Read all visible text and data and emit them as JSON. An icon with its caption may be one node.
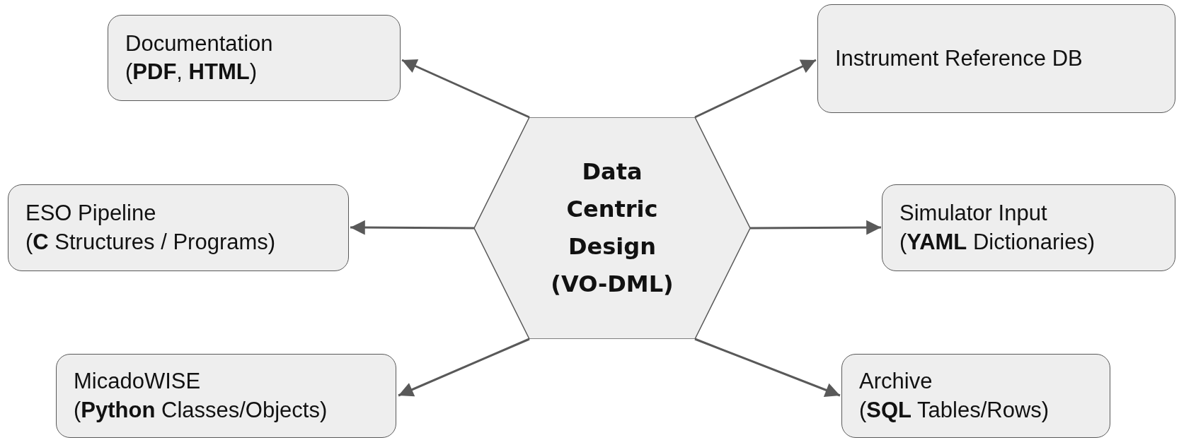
{
  "diagram": {
    "nodes": [
      {
        "text": [
          "Data Centric Design (VO-DML)"
        ]
      },
      {
        "text": [
          "Documentation",
          "(**PDF**, **HTML**)"
        ]
      },
      {
        "text": [
          "Instrument Reference DB"
        ]
      },
      {
        "text": [
          "ESO Pipeline",
          "(**C** Structures / Programs)"
        ]
      },
      {
        "text": [
          "Simulator Input",
          "(**YAML** Dictionaries)"
        ]
      },
      {
        "text": [
          "MicadoWISE",
          "(**Python** Classes/Objects)"
        ]
      },
      {
        "text": [
          "Archive",
          "(**SQL** Tables/Rows)"
        ]
      }
    ],
    "edges": [
      {
        "from": 0,
        "to": 1,
        "arrow": "to"
      },
      {
        "from": 0,
        "to": 2,
        "arrow": "to"
      },
      {
        "from": 0,
        "to": 3,
        "arrow": "to"
      },
      {
        "from": 0,
        "to": 4,
        "arrow": "to"
      },
      {
        "from": 0,
        "to": 5,
        "arrow": "to"
      },
      {
        "from": 0,
        "to": 6,
        "arrow": "to"
      }
    ]
  }
}
